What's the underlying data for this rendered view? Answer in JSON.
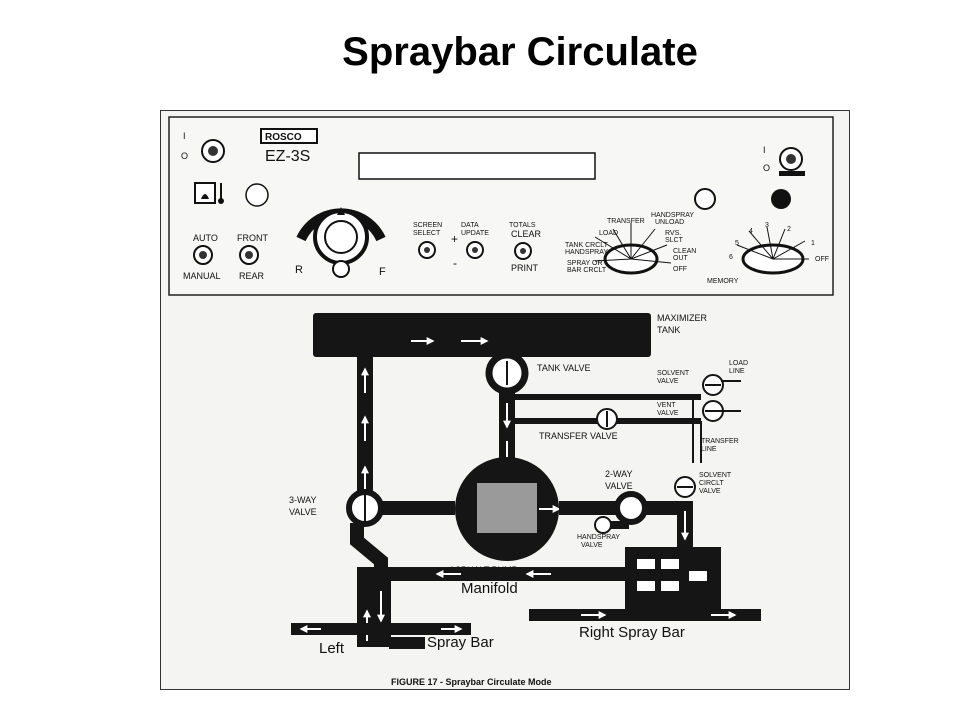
{
  "title": "Spraybar Circulate",
  "panel": {
    "brand": "ROSCO",
    "model": "EZ-3S",
    "power_on": "I",
    "power_off": "O",
    "auto": "AUTO",
    "manual": "MANUAL",
    "front": "FRONT",
    "rear": "REAR",
    "reverse": "R",
    "forward": "F",
    "screen_select_1": "SCREEN",
    "screen_select_2": "SELECT",
    "data_update_1": "DATA",
    "data_update_2": "UPDATE",
    "plus": "+",
    "minus": "-",
    "totals_1": "TOTALS",
    "clear": "CLEAR",
    "print": "PRINT",
    "mode_labels": {
      "transfer": "TRANSFER",
      "handspray_unload_1": "HANDSPRAY",
      "handspray_unload_2": "UNLOAD",
      "load": "LOAD",
      "rvs_slct_1": "RVS.",
      "rvs_slct_2": "SLCT",
      "tank_crclt_1": "TANK CRCLT",
      "tank_crclt_2": "HANDSPRAY",
      "clean_out_1": "CLEAN",
      "clean_out_2": "OUT",
      "spray_bar_crclt_1": "SPRAY OR",
      "spray_bar_crclt_2": "BAR CRCLT",
      "off": "OFF"
    },
    "memory": {
      "label": "MEMORY",
      "n1": "1",
      "n2": "2",
      "n3": "3",
      "n4": "4",
      "n5": "5",
      "n6": "6",
      "off": "OFF"
    }
  },
  "diagram": {
    "maximizer_1": "MAXIMIZER",
    "maximizer_2": "TANK",
    "tank_valve": "TANK VALVE",
    "solvent_valve_1": "SOLVENT",
    "solvent_valve_2": "VALVE",
    "load_line_1": "LOAD",
    "load_line_2": "LINE",
    "vent_valve_1": "VENT",
    "vent_valve_2": "VALVE",
    "transfer_valve": "TRANSFER VALVE",
    "transfer_line_1": "TRANSFER",
    "transfer_line_2": "LINE",
    "two_way_1": "2-WAY",
    "two_way_2": "VALVE",
    "solvent_circlt_1": "SOLVENT",
    "solvent_circlt_2": "CIRCLT",
    "solvent_circlt_3": "VALVE",
    "three_way_1": "3-WAY",
    "three_way_2": "VALVE",
    "asphalt_pump": "ASPHALT PUMP",
    "handspray_valve_1": "HANDSPRAY",
    "handspray_valve_2": "VALVE",
    "manifold": "Manifold",
    "left": "Left",
    "spray_bar": "Spray Bar",
    "right_spray_bar": "Right Spray Bar",
    "caption": "FIGURE 17 - Spraybar Circulate Mode"
  }
}
